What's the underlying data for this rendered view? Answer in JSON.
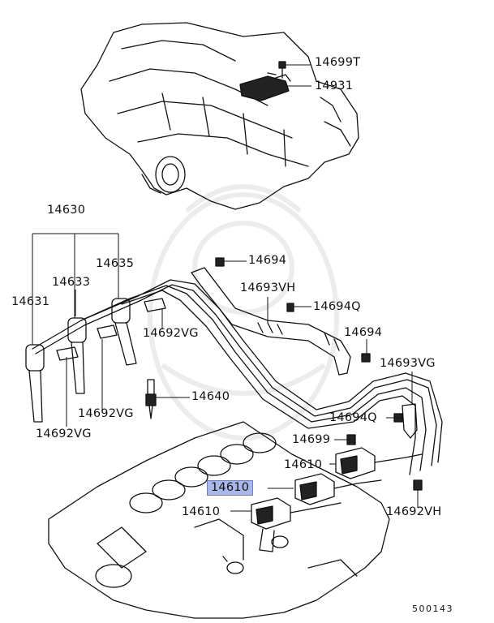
{
  "diagram_code": "500143",
  "highlight_color": "#a9b8e8",
  "labels": {
    "p14699T": "14699T",
    "p14931": "14931",
    "p14630": "14630",
    "p14635": "14635",
    "p14633": "14633",
    "p14631": "14631",
    "p14694_a": "14694",
    "p14693VH": "14693VH",
    "p14694Q_a": "14694Q",
    "p14692VG_a": "14692VG",
    "p14694_b": "14694",
    "p14693VG": "14693VG",
    "p14640": "14640",
    "p14692VG_b": "14692VG",
    "p14692VG_c": "14692VG",
    "p14694Q_b": "14694Q",
    "p14699": "14699",
    "p14610_a": "14610",
    "p14610_sel": "14610",
    "p14610_b": "14610",
    "p14692VH": "14692VH"
  }
}
